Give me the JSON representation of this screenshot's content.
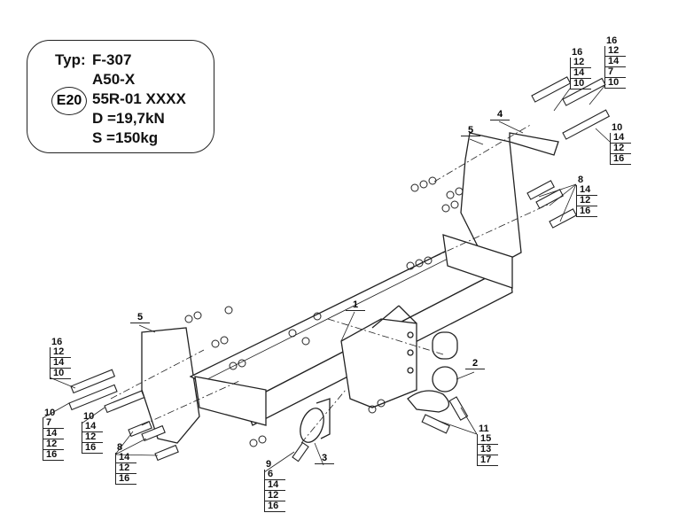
{
  "type_plate": {
    "typ_label": "Typ:",
    "model": "F-307",
    "class": "A50-X",
    "approval_mark": "E20",
    "approval_number": "55R-01 XXXX",
    "d_value": "D =19,7kN",
    "s_value": "S =150kg"
  },
  "callouts": [
    "1",
    "2",
    "3",
    "4",
    "5",
    "5"
  ],
  "stacks": [
    {
      "head": "16",
      "cells": [
        "12",
        "14",
        "10"
      ]
    },
    {
      "head": "16",
      "cells": [
        "12",
        "14",
        "7",
        "10"
      ]
    },
    {
      "head": "10",
      "cells": [
        "14",
        "12",
        "16"
      ]
    },
    {
      "head": "8",
      "cells": [
        "14",
        "12",
        "16"
      ]
    },
    {
      "head": "16",
      "cells": [
        "12",
        "14",
        "10"
      ]
    },
    {
      "head": "10",
      "cells": [
        "7",
        "14",
        "12",
        "16"
      ]
    },
    {
      "head": "10",
      "cells": [
        "14",
        "12",
        "16"
      ]
    },
    {
      "head": "8",
      "cells": [
        "14",
        "12",
        "16"
      ]
    },
    {
      "head": "9",
      "cells": [
        "6",
        "14",
        "12",
        "16"
      ]
    },
    {
      "head": "11",
      "cells": [
        "15",
        "13",
        "17"
      ]
    }
  ]
}
